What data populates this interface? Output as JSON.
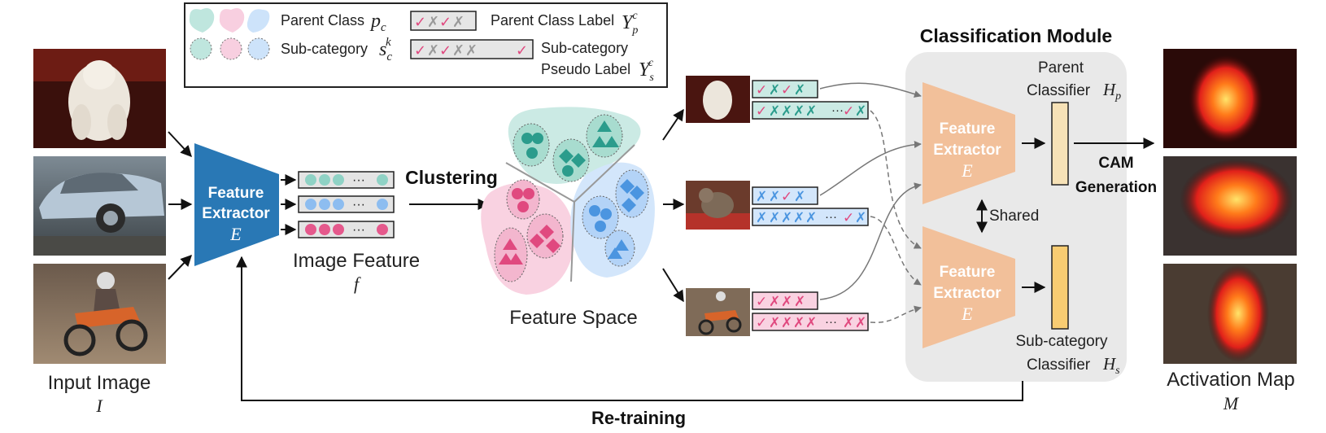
{
  "legend": {
    "parent_class_label": "Parent Class",
    "parent_class_symbol": "p",
    "parent_class_sub": "c",
    "sub_category_label": "Sub-category",
    "sub_category_symbol": "s",
    "sub_category_sub": "c",
    "sub_category_sup": "k",
    "parent_class_label_text": "Parent Class Label",
    "parent_label_symbol": "Y",
    "parent_label_sub": "p",
    "parent_label_sup": "c",
    "pseudo_label_line1": "Sub-category",
    "pseudo_label_line2": "Pseudo Label",
    "pseudo_label_symbol": "Y",
    "pseudo_label_sub": "s",
    "pseudo_label_sup": "c"
  },
  "input": {
    "title": "Input Image",
    "symbol": "I"
  },
  "extractor": {
    "line1": "Feature",
    "line2": "Extractor",
    "symbol": "E"
  },
  "image_feature": {
    "title": "Image Feature",
    "symbol": "f",
    "ellipsis": "···"
  },
  "clustering": "Clustering",
  "feature_space": "Feature Space",
  "labels": {
    "ellipsis": "···"
  },
  "classification": {
    "title": "Classification Module",
    "parent_line1": "Parent",
    "parent_line2": "Classifier",
    "parent_symbol": "H",
    "parent_sub": "p",
    "sub_line1": "Sub-category",
    "sub_line2": "Classifier",
    "sub_symbol": "H",
    "sub_sub": "s",
    "shared": "Shared"
  },
  "cam": {
    "line1": "CAM",
    "line2": "Generation"
  },
  "output": {
    "title": "Activation Map",
    "symbol": "M"
  },
  "retraining": "Re-training",
  "colors": {
    "teal": "#8fd2c5",
    "teal_dark": "#2b9c8c",
    "pink": "#f3a6c4",
    "pink_dark": "#e0497f",
    "blue": "#a9cdf5",
    "blue_dark": "#4b95e0",
    "extractor_blue": "#2978b5",
    "extractor_orange": "#f2c09a",
    "module_bg": "#e9e9e9"
  }
}
